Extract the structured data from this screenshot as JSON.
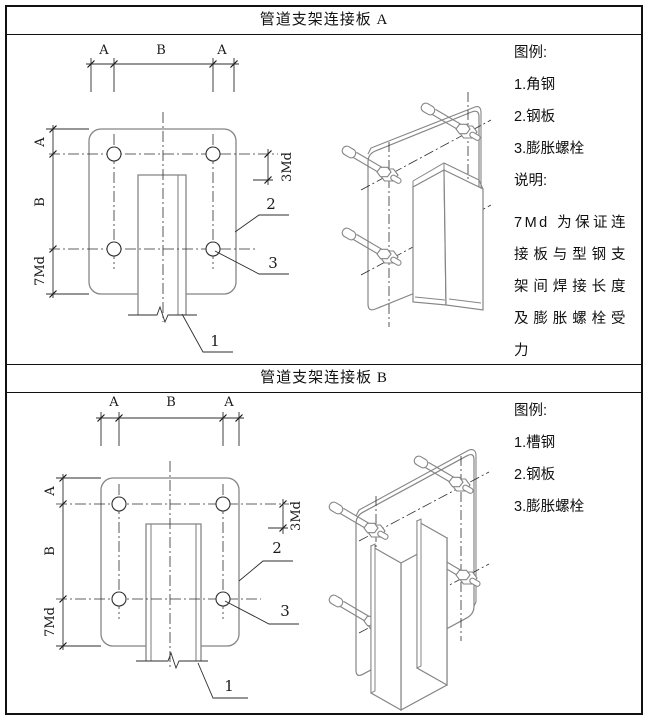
{
  "panels": [
    {
      "title": "管道支架连接板 A",
      "legend": {
        "title": "图例:",
        "items": [
          "1.角钢",
          "2.钢板",
          "3.膨胀螺栓"
        ]
      },
      "note": {
        "title": "说明:",
        "body": "7Md 为保证连接板与型钢支架间焊接长度及膨胀螺栓受力"
      },
      "dims": {
        "top": [
          "A",
          "B",
          "A"
        ],
        "left": [
          "A",
          "B",
          "7Md"
        ],
        "right": "3Md",
        "leaders": [
          "1",
          "2",
          "3"
        ]
      }
    },
    {
      "title": "管道支架连接板 B",
      "legend": {
        "title": "图例:",
        "items": [
          "1.槽钢",
          "2.钢板",
          "3.膨胀螺栓"
        ]
      },
      "dims": {
        "top": [
          "A",
          "B",
          "A"
        ],
        "left": [
          "A",
          "B",
          "7Md"
        ],
        "right": "3Md",
        "leaders": [
          "1",
          "2",
          "3"
        ]
      }
    }
  ],
  "colors": {
    "object_line": "#858585",
    "dim_line": "#2e2e2e",
    "border": "#111111",
    "paper": "#ffffff"
  }
}
